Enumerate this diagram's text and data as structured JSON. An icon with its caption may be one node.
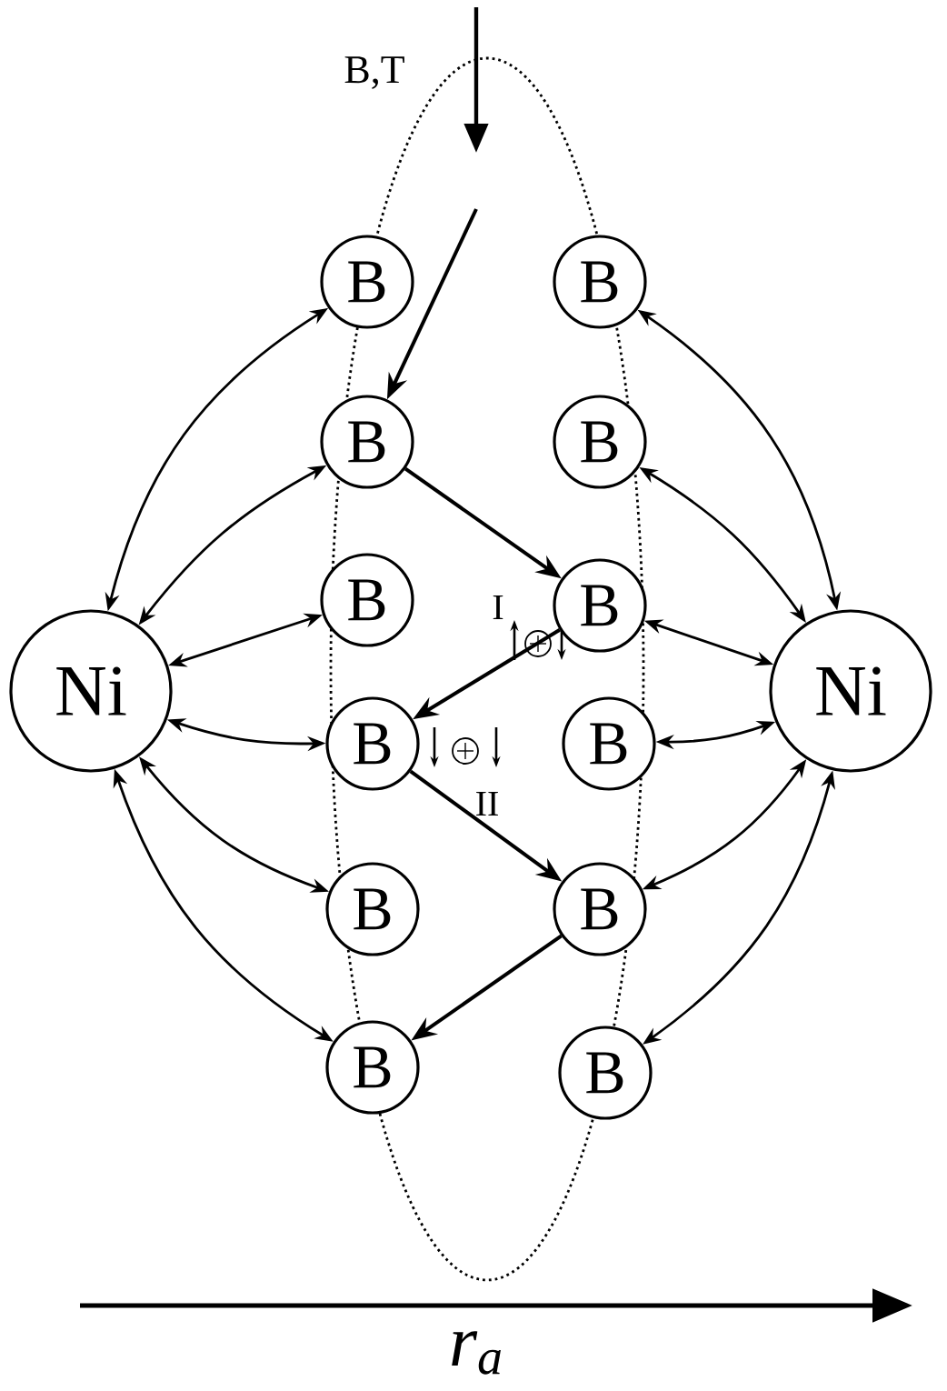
{
  "diagram": {
    "nodes": [
      {
        "text": [
          "Ni"
        ]
      },
      {
        "text": [
          "Ni"
        ]
      },
      {
        "text": [
          "B"
        ]
      },
      {
        "text": [
          "B"
        ]
      },
      {
        "text": [
          "B"
        ]
      },
      {
        "text": [
          "B"
        ]
      },
      {
        "text": [
          "B"
        ]
      },
      {
        "text": [
          "B"
        ]
      },
      {
        "text": [
          "B"
        ]
      },
      {
        "text": [
          "B"
        ]
      },
      {
        "text": [
          "B"
        ]
      },
      {
        "text": [
          "B"
        ]
      },
      {
        "text": [
          "B"
        ]
      },
      {
        "text": [
          "B"
        ]
      }
    ],
    "edges": [
      {
        "from": 0,
        "to": 2,
        "arrow": "both"
      },
      {
        "from": 0,
        "to": 4,
        "arrow": "both"
      },
      {
        "from": 0,
        "to": 6,
        "arrow": "both"
      },
      {
        "from": 0,
        "to": 8,
        "arrow": "both"
      },
      {
        "from": 0,
        "to": 10,
        "arrow": "both"
      },
      {
        "from": 0,
        "to": 12,
        "arrow": "both"
      },
      {
        "from": 1,
        "to": 3,
        "arrow": "both"
      },
      {
        "from": 1,
        "to": 5,
        "arrow": "both"
      },
      {
        "from": 1,
        "to": 7,
        "arrow": "both"
      },
      {
        "from": 1,
        "to": 9,
        "arrow": "both"
      },
      {
        "from": 1,
        "to": 11,
        "arrow": "both"
      },
      {
        "from": 1,
        "to": 13,
        "arrow": "both"
      },
      {
        "from": null,
        "to": 4,
        "arrow": "to"
      },
      {
        "from": 4,
        "to": 7,
        "arrow": "to"
      },
      {
        "from": 7,
        "to": 8,
        "arrow": "to"
      },
      {
        "from": 8,
        "to": 11,
        "arrow": "to"
      },
      {
        "from": 11,
        "to": 12,
        "arrow": "to"
      }
    ],
    "labels": [
      "B,T",
      "I",
      "II",
      "r$_{a}$"
    ]
  }
}
